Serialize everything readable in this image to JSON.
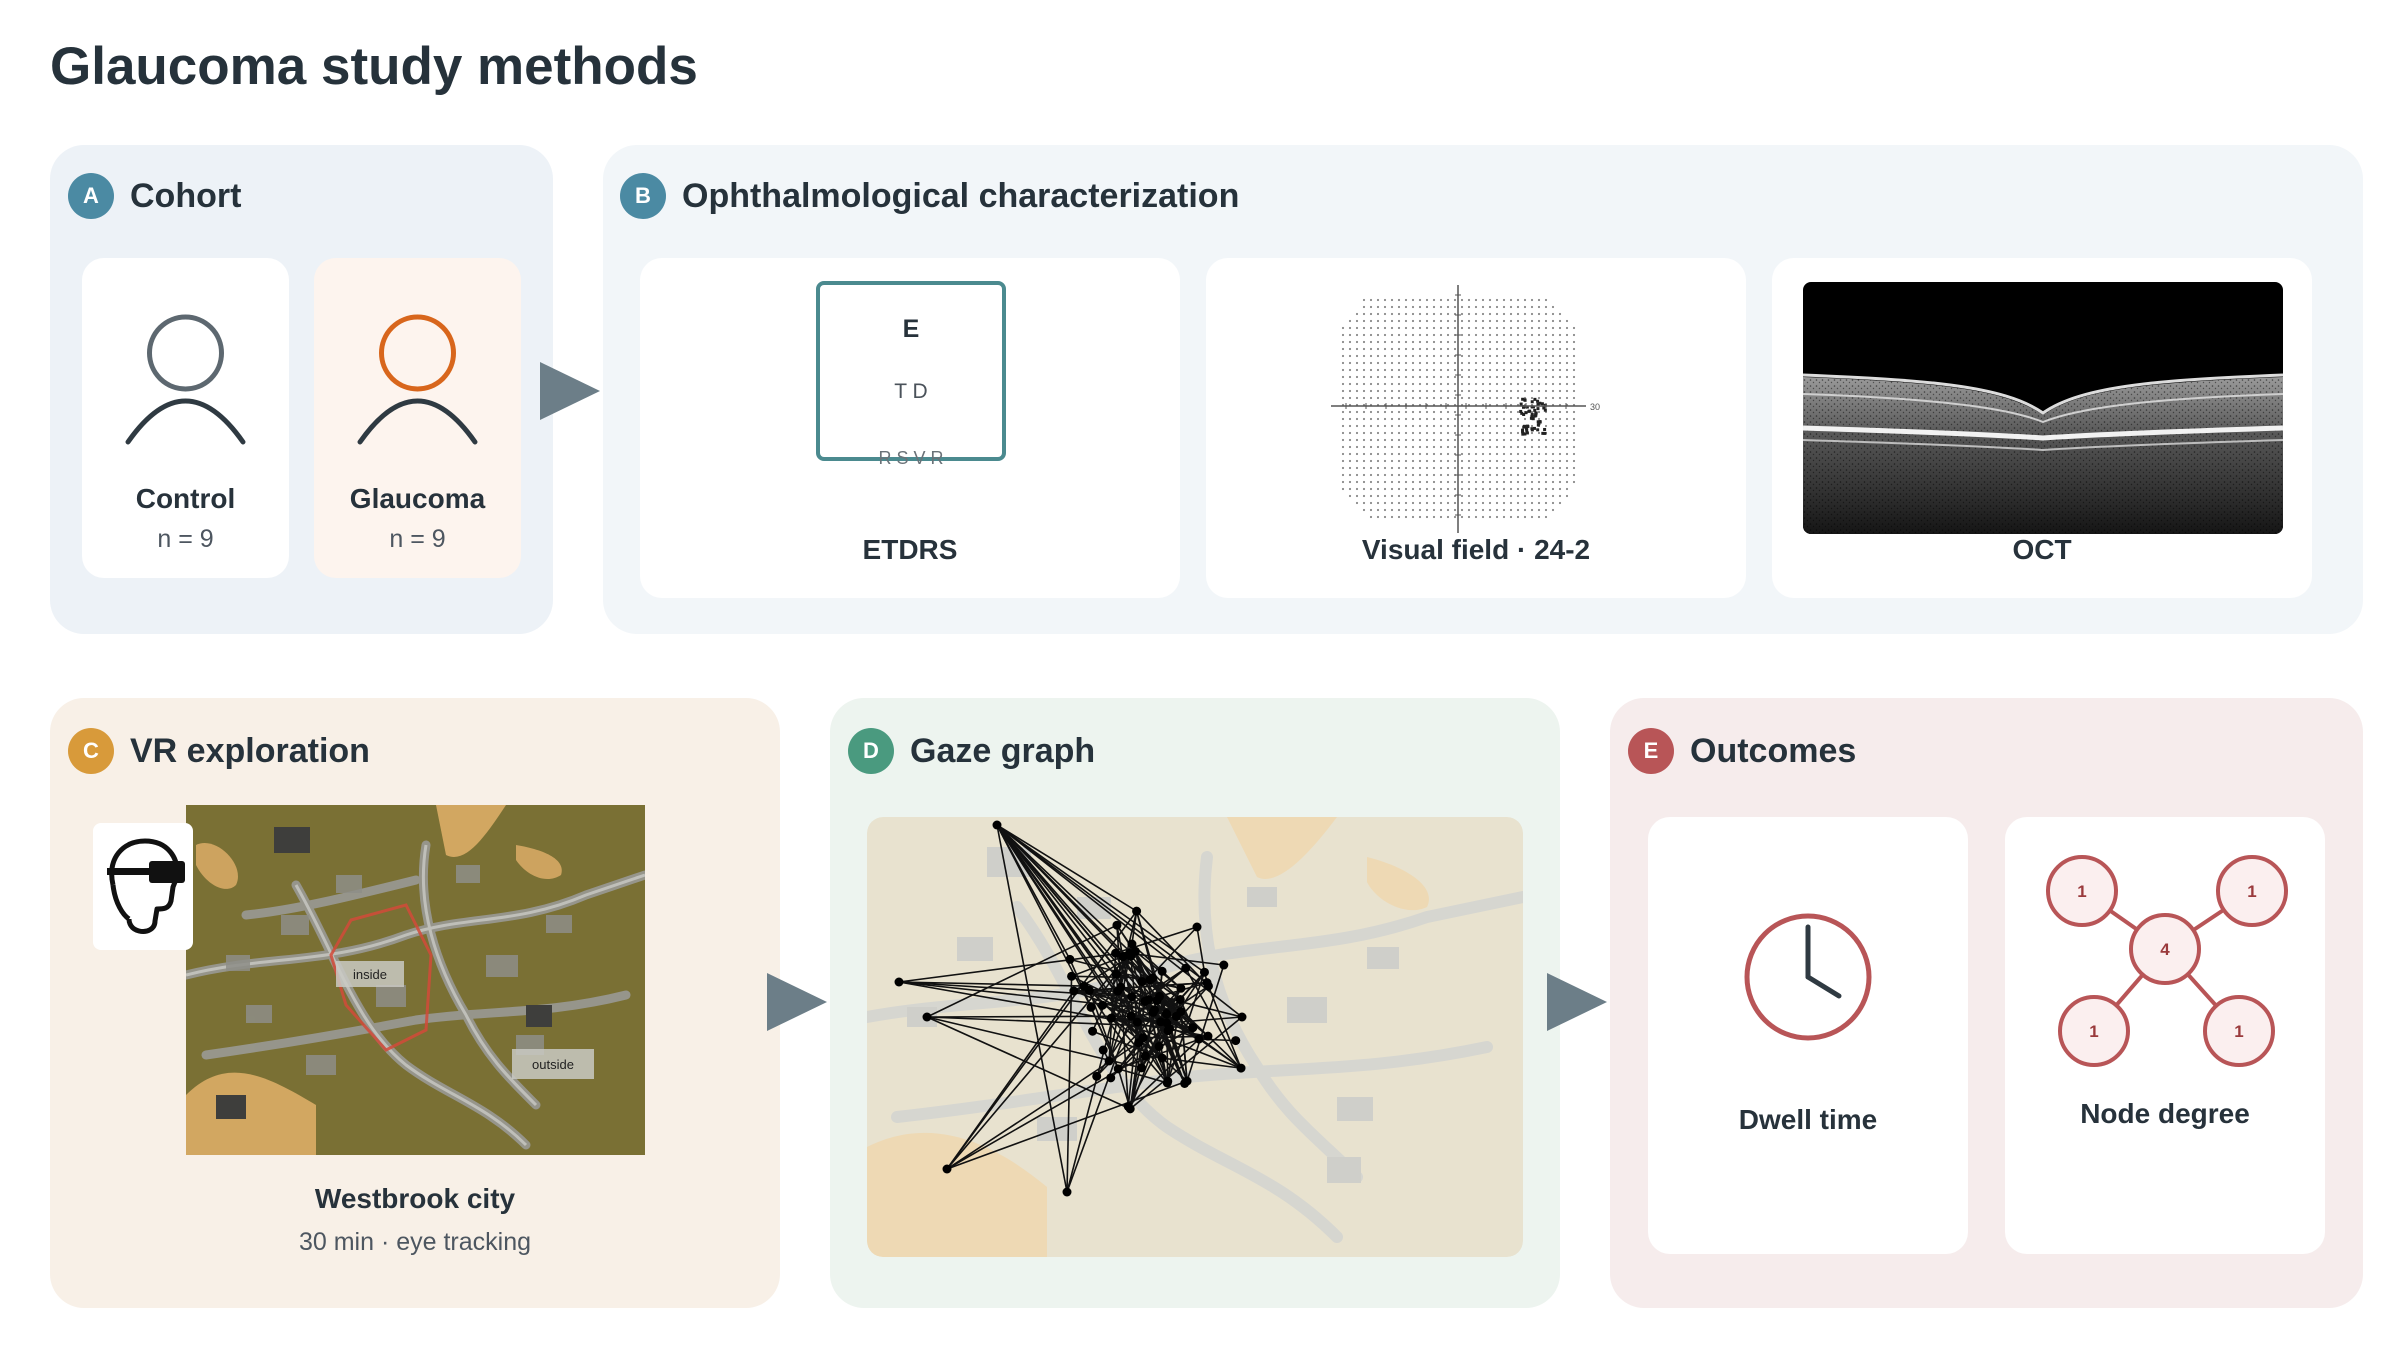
{
  "title": "Glaucoma study methods",
  "colors": {
    "badge_a": "#4b8aa3",
    "badge_b": "#4b8aa3",
    "badge_c": "#d89a3a",
    "badge_d": "#4a9a7f",
    "badge_e": "#b85557",
    "arrow": "#6c7e88",
    "control_stroke": "#5d6870",
    "glaucoma_stroke": "#d8661c",
    "etdrs_border": "#4b8a8f",
    "outcome_stroke": "#b85557",
    "map_route": "#d24a3a"
  },
  "panels": {
    "a": {
      "letter": "A",
      "title": "Cohort",
      "groups": [
        {
          "label": "Control",
          "n": "n = 9",
          "icon": "person-outline-icon"
        },
        {
          "label": "Glaucoma",
          "n": "n = 9",
          "icon": "person-outline-icon"
        }
      ]
    },
    "b": {
      "letter": "B",
      "title": "Ophthalmological characterization",
      "cards": [
        {
          "label": "ETDRS",
          "chart_rows": [
            "E",
            "T D",
            "R S V R"
          ]
        },
        {
          "label": "Visual field · 24-2",
          "axis_tick": "30"
        },
        {
          "label": "OCT"
        }
      ]
    },
    "c": {
      "letter": "C",
      "title": "VR exploration",
      "place": "Westbrook city",
      "detail": "30 min · eye tracking",
      "map_labels": [
        "inside",
        "outside"
      ],
      "icon": "vr-headset-icon"
    },
    "d": {
      "letter": "D",
      "title": "Gaze graph"
    },
    "e": {
      "letter": "E",
      "title": "Outcomes",
      "cards": [
        {
          "label": "Dwell time",
          "icon": "clock-icon"
        },
        {
          "label": "Node degree",
          "center_degree": "4",
          "leaf_degrees": [
            "1",
            "1",
            "1",
            "1"
          ]
        }
      ]
    }
  }
}
